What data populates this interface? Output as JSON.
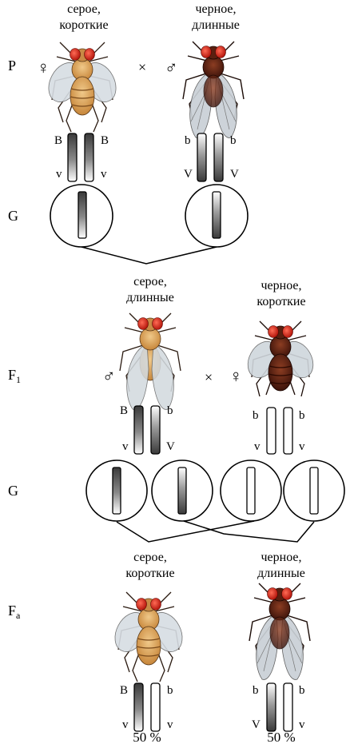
{
  "rows": {
    "parents": "P",
    "gametes_1": "G",
    "f1": "F",
    "f1_sub": "1",
    "gametes_2": "G",
    "fa": "F",
    "fa_sub": "a"
  },
  "symbols": {
    "female": "♀",
    "male": "♂",
    "cross": "×"
  },
  "parents": {
    "female": {
      "line1": "серое,",
      "line2": "короткие",
      "alleles": {
        "left_top": "B",
        "right_top": "B",
        "left_bottom": "v",
        "right_bottom": "v"
      }
    },
    "male": {
      "line1": "черное,",
      "line2": "длинные",
      "alleles": {
        "left_top": "b",
        "right_top": "b",
        "left_bottom": "V",
        "right_bottom": "V"
      }
    }
  },
  "f1": {
    "male": {
      "line1": "серое,",
      "line2": "длинные",
      "alleles": {
        "left_top": "B",
        "right_top": "b",
        "left_bottom": "v",
        "right_bottom": "V"
      }
    },
    "female": {
      "line1": "черное,",
      "line2": "короткие",
      "alleles": {
        "left_top": "b",
        "right_top": "b",
        "left_bottom": "v",
        "right_bottom": "v"
      }
    }
  },
  "fa": {
    "left": {
      "line1": "серое,",
      "line2": "короткие",
      "alleles": {
        "left_top": "B",
        "right_top": "b",
        "left_bottom": "v",
        "right_bottom": "v"
      },
      "percent": "50 %"
    },
    "right": {
      "line1": "черное,",
      "line2": "длинные",
      "alleles": {
        "left_top": "b",
        "right_top": "b",
        "left_bottom": "V",
        "right_bottom": "v"
      },
      "percent": "50 %"
    }
  },
  "colors": {
    "gray_body": "#d9a25a",
    "dark_body": "#6b2a1a",
    "eye": "#d42a1e",
    "wing": "#cfd6dc",
    "outline": "#000000"
  }
}
